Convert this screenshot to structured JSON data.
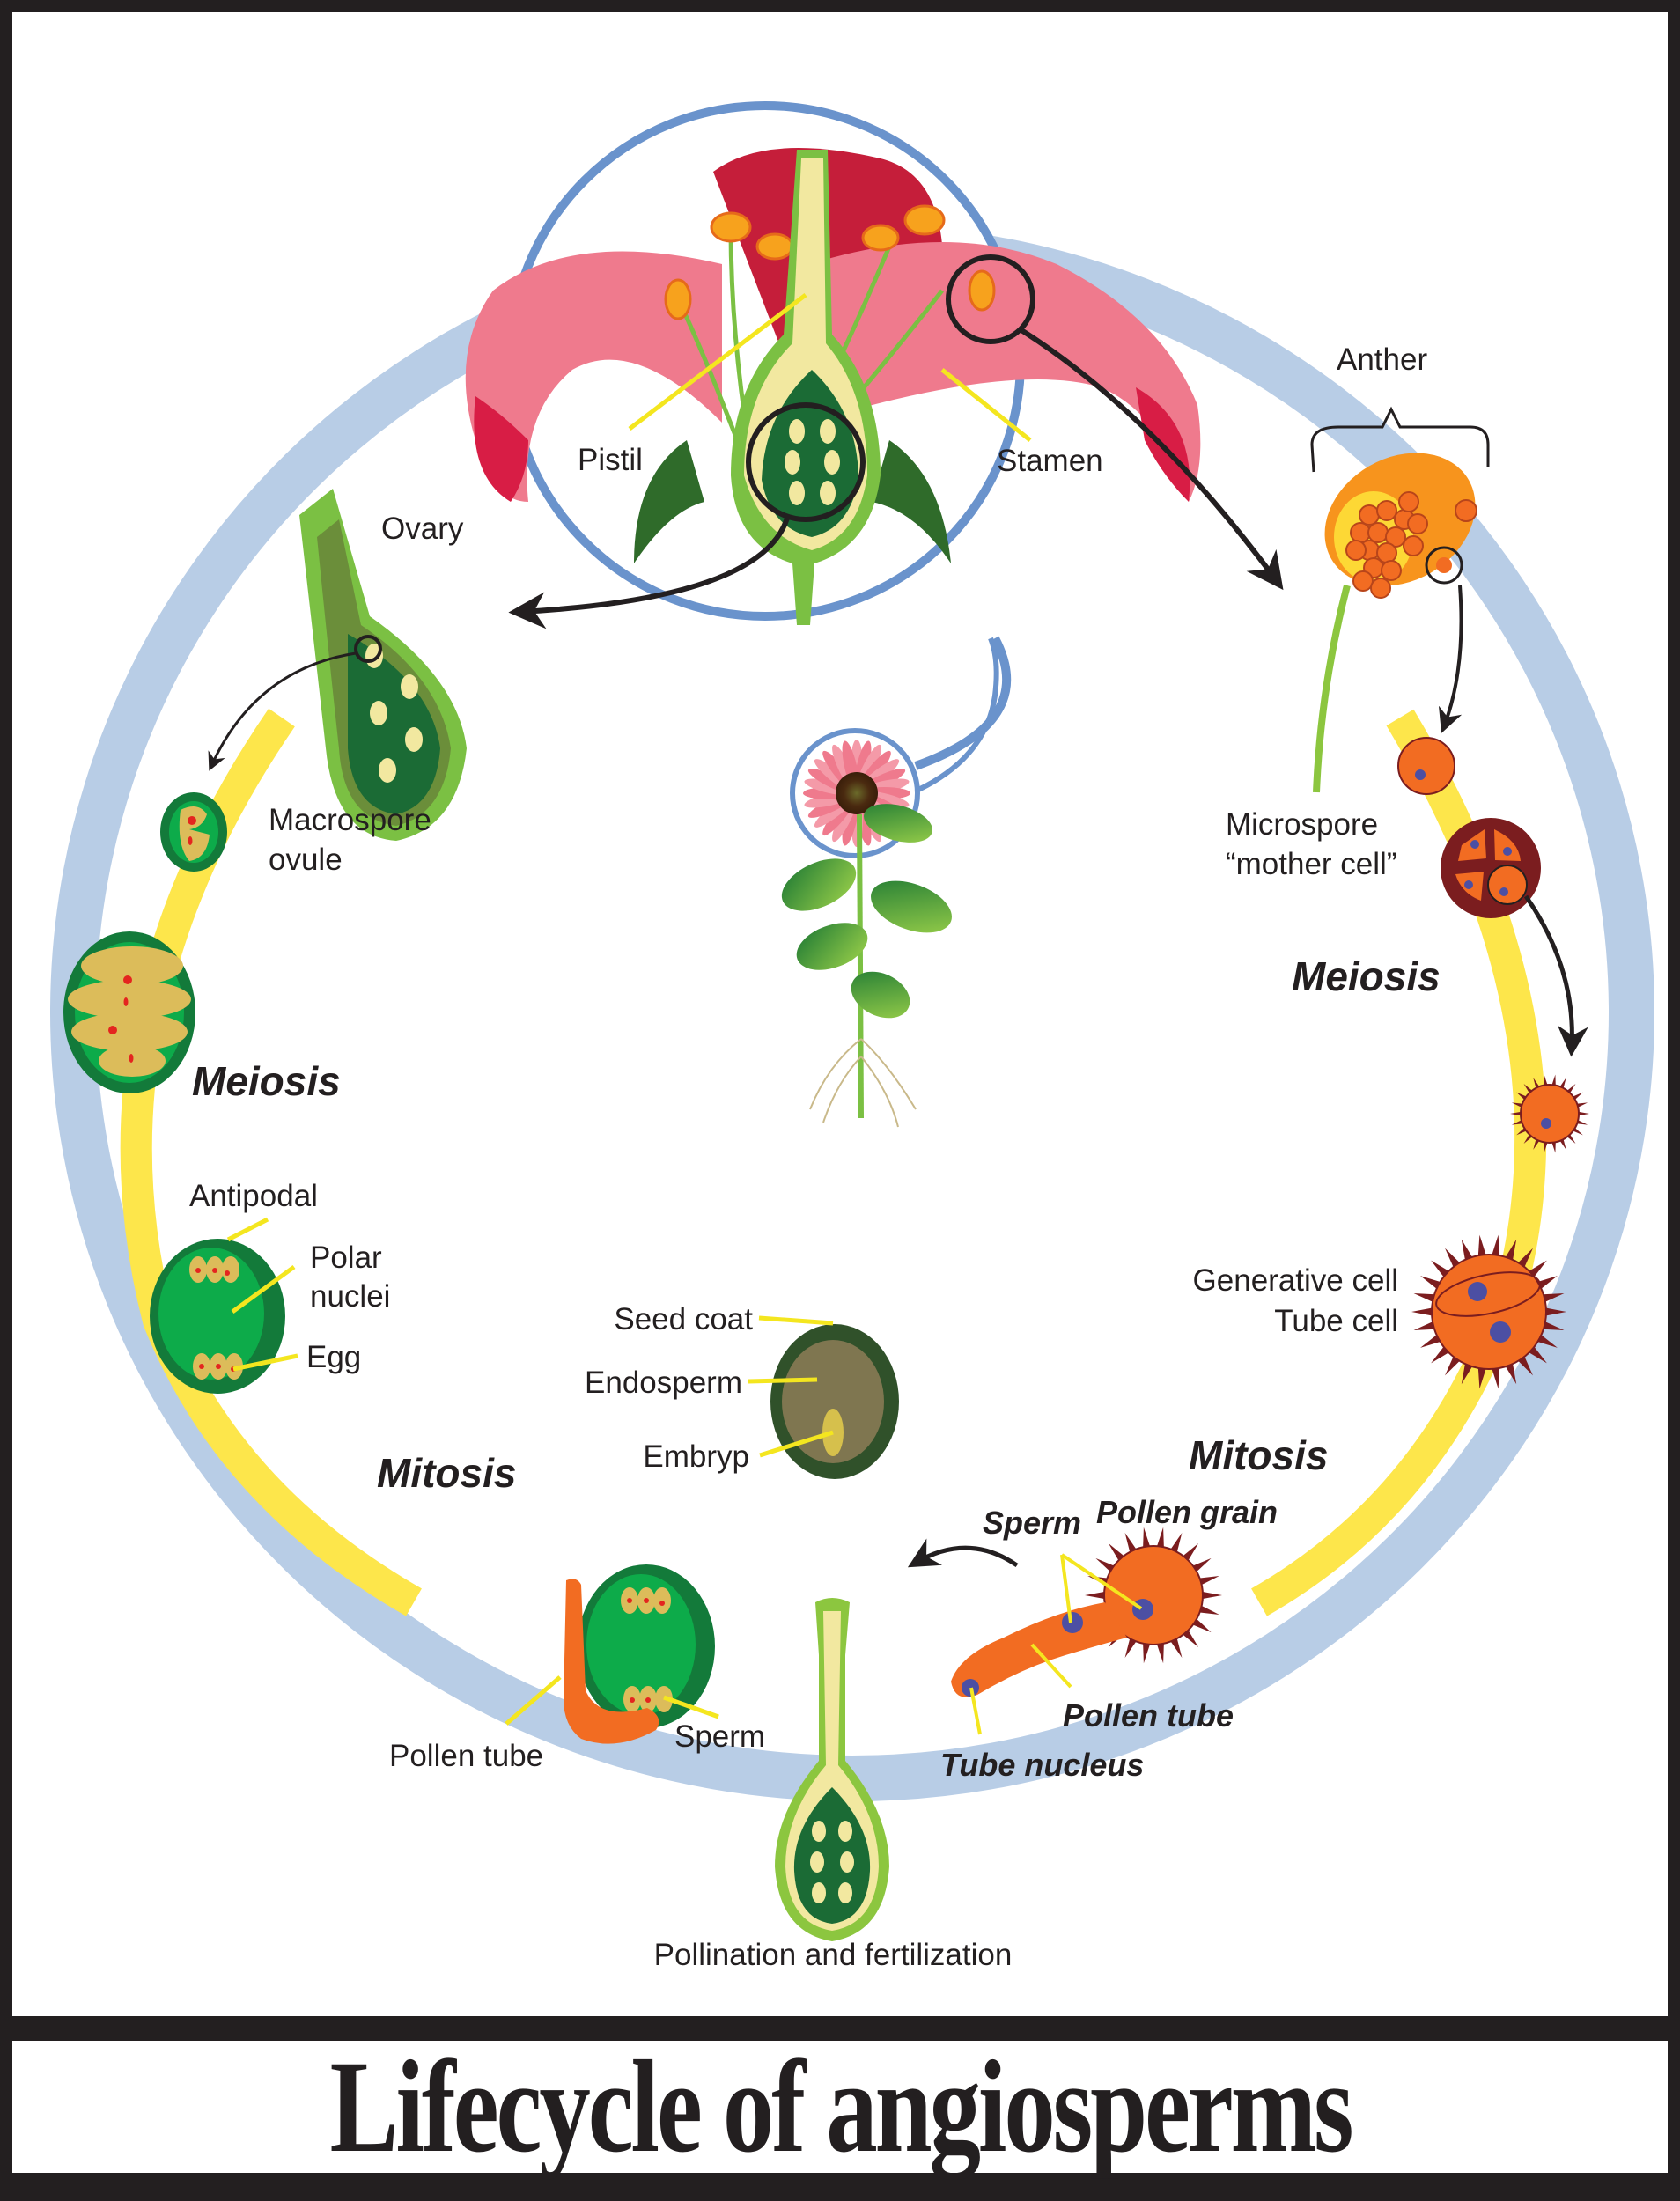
{
  "title": "Lifecycle of angiosperms",
  "colors": {
    "frame": "#231f20",
    "cycle_ring": "#b8cde6",
    "meiosis_arc": "#fde64b",
    "zoom_circle": "#6a93cc",
    "leader_line": "#f4e61f",
    "cell_green_dark": "#137a3a",
    "cell_green": "#0dab4a",
    "cell_tan": "#dcbc5a",
    "nucleus_red": "#e4251f",
    "pollen_orange": "#f26c22",
    "spike_maroon": "#7b1d1f",
    "nucleus_blue": "#4c4fa3",
    "petal_red": "#d81d45",
    "petal_pink": "#ef7a8d",
    "seed_coat": "#30512a",
    "endosperm": "#7f7650",
    "embryo": "#d6c04c"
  },
  "flower": {
    "labels": {
      "pistil": "Pistil",
      "stamen": "Stamen",
      "anther": "Anther",
      "ovary": "Ovary"
    }
  },
  "female_pathway": {
    "macrospore": [
      "Macrospore",
      "ovule"
    ],
    "phase_meiosis": "Meiosis",
    "embryo_sac": {
      "antipodal": "Antipodal",
      "polar_nuclei": [
        "Polar",
        "nuclei"
      ],
      "egg": "Egg"
    },
    "phase_mitosis": "Mitosis"
  },
  "male_pathway": {
    "microspore": [
      "Microspore",
      "“mother cell”"
    ],
    "phase_meiosis": "Meiosis",
    "pollen_cells": [
      "Generative cell",
      "Tube cell"
    ],
    "phase_mitosis": "Mitosis",
    "germinating_pollen": {
      "sperm": "Sperm",
      "pollen_grain": "Pollen grain",
      "pollen_tube": "Pollen tube",
      "tube_nucleus": "Tube nucleus"
    }
  },
  "fertilization": {
    "pollen_tube": "Pollen tube",
    "sperm": "Sperm",
    "caption": "Pollination and fertilization"
  },
  "seed": {
    "seed_coat": "Seed coat",
    "endosperm": "Endosperm",
    "embryo": "Embryp"
  }
}
